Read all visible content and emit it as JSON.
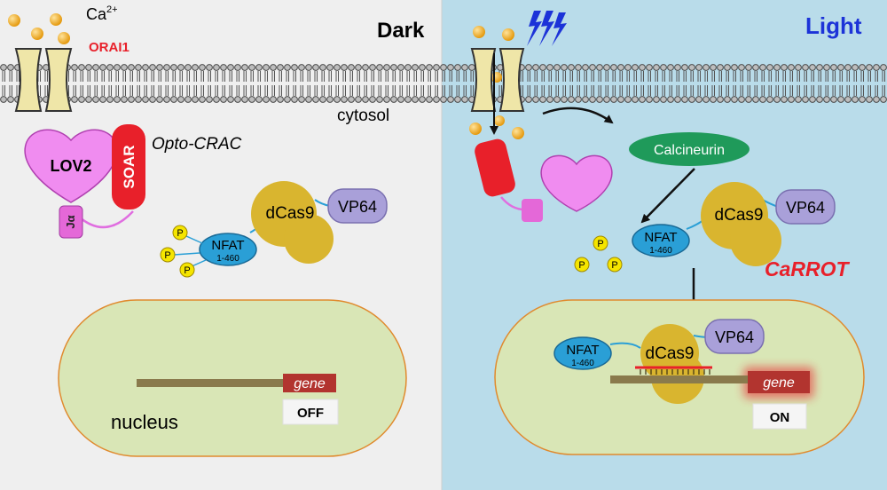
{
  "dark_label": "Dark",
  "light_label": "Light",
  "ion_label": "Ca",
  "ion_charge": "2+",
  "channel_label": "ORAI1",
  "cytosol_label": "cytosol",
  "lov2_label": "LOV2",
  "soar_label": "SOAR",
  "ja_label": "Jα",
  "opto_label": "Opto-CRAC",
  "nfat_label": "NFAT",
  "nfat_range": "1-460",
  "dcas9_label": "dCas9",
  "vp64_label": "VP64",
  "phospho_label": "P",
  "calcineurin_label": "Calcineurin",
  "carrot_label": "CaRROT",
  "gene_label": "gene",
  "off_label": "OFF",
  "on_label": "ON",
  "nucleus_label": "nucleus",
  "colors": {
    "dark_bg": "#efefef",
    "light_bg": "#b9dcea",
    "ion": "#f2a81c",
    "accent_red": "#e8202a",
    "lov2": "#f08cf0",
    "nfat": "#2a9fd6",
    "dcas9": "#d9b52f",
    "vp64": "#a9a0d9",
    "calcineurin": "#1f9a5a",
    "gene": "#b2342f",
    "dna": "#8a7a4c",
    "nucleus": "#d9e6b6",
    "lightning": "#1c33d8"
  }
}
